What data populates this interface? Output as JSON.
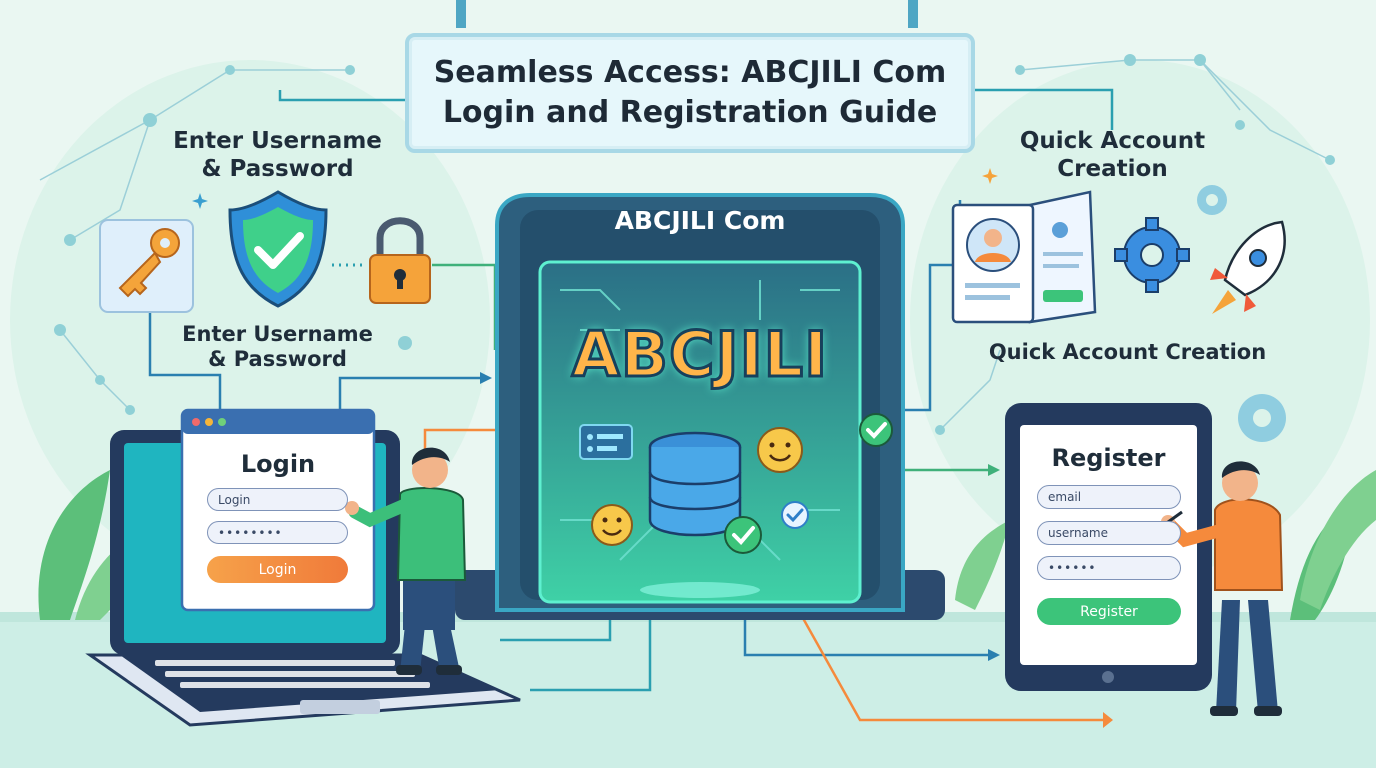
{
  "title": {
    "line1": "Seamless Access: ABCJILI Com",
    "line2": "Login and Registration Guide"
  },
  "left": {
    "label_top_1": "Enter Username",
    "label_top_2": "& Password",
    "label_mid_1": "Enter Username",
    "label_mid_2": "& Password"
  },
  "right": {
    "label_top_1": "Quick Account",
    "label_top_2": "Creation",
    "label_mid": "Quick Account Creation"
  },
  "portal": {
    "header": "ABCJILI Com",
    "logo": "ABCJILI"
  },
  "login_form": {
    "title": "Login",
    "username_placeholder": "Login",
    "password_value": "••••••••",
    "button_label": "Login"
  },
  "register_form": {
    "title": "Register",
    "email_placeholder": "email",
    "username_placeholder": "username",
    "password_value": "••••••",
    "button_label": "Register"
  },
  "icons": [
    "key-icon",
    "shield-check-icon",
    "padlock-icon",
    "gear-icon",
    "rocket-icon",
    "id-card-icon",
    "database-icon",
    "smiley-icon",
    "check-icon"
  ],
  "colors": {
    "accent_orange": "#f58a3c",
    "accent_green": "#3cc47a",
    "teal": "#27b6b6",
    "navy": "#243a5e"
  }
}
